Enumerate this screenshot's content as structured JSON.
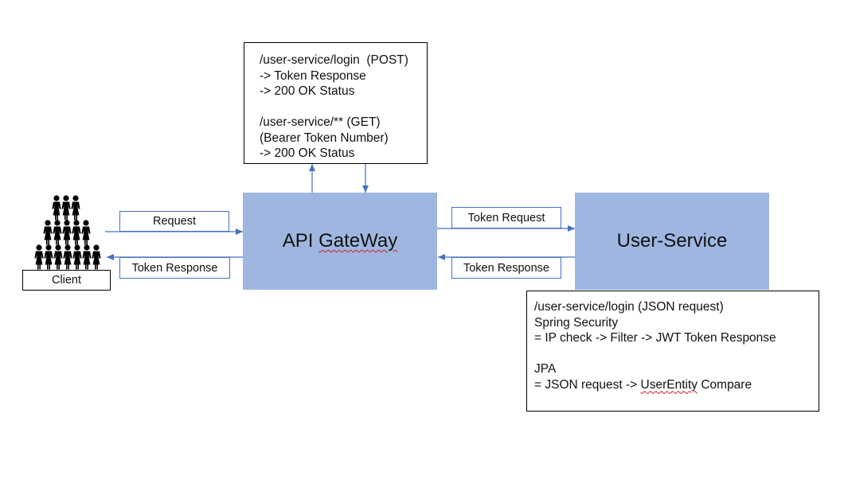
{
  "nodes": {
    "client_label": "Client",
    "api_gateway": {
      "prefix": "API ",
      "suffix": "GateWay"
    },
    "user_service": "User-Service"
  },
  "edge_labels": {
    "request": "Request",
    "token_response_client": "Token Response",
    "token_request": "Token Request",
    "token_response_gateway": "Token Response"
  },
  "gateway_note": {
    "line1": "/user-service/login  (POST)",
    "line2": "-> Token Response",
    "line3": "-> 200 OK Status",
    "line4": "/user-service/** (GET)",
    "line5": "(Bearer Token Number)",
    "line6": "-> 200 OK Status"
  },
  "service_note": {
    "line1": "/user-service/login (JSON request)",
    "line2": "Spring Security",
    "line3": "= IP check -> Filter -> JWT Token Response",
    "line4": "JPA",
    "line5_prefix": "= JSON request -> ",
    "line5_entity": "UserEntity",
    "line5_suffix": " Compare"
  },
  "colors": {
    "box_fill": "#9fb7e0",
    "arrow": "#4472c4",
    "label_border": "#4472c4"
  },
  "icons": [
    "people-pyramid-icon"
  ]
}
